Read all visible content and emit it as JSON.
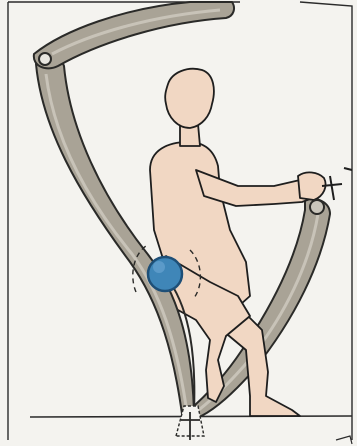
{
  "diagram": {
    "type": "mechanism-sketch",
    "figure": "person-seated-in-pivoting-frame",
    "parts": [
      {
        "id": "upper-arc-beam",
        "kind": "curved-link"
      },
      {
        "id": "rear-support-beam",
        "kind": "curved-link"
      },
      {
        "id": "front-lever-beam",
        "kind": "curved-link"
      },
      {
        "id": "hip-joint",
        "kind": "ball-joint"
      },
      {
        "id": "top-left-pivot",
        "kind": "pin-joint"
      },
      {
        "id": "hand-pivot",
        "kind": "pin-joint"
      },
      {
        "id": "ground-pivot",
        "kind": "ground-anchor"
      },
      {
        "id": "ground-line",
        "kind": "baseline"
      }
    ],
    "colors": {
      "beam_fill": "#a9a396",
      "beam_edge": "#2a2a28",
      "beam_highlight": "#cfcac0",
      "skin": "#f1d7c3",
      "skin_outline": "#1e1e1e",
      "joint_blue": "#3f86b8",
      "joint_dark": "#1e4f77",
      "paper": "#f4f3ef",
      "frame": "#2b2b2b"
    }
  }
}
